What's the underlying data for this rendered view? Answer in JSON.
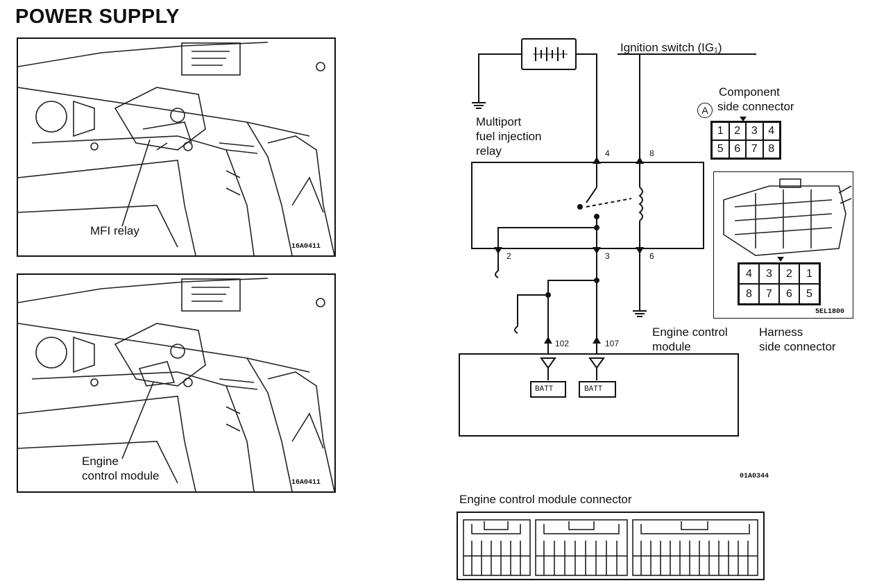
{
  "title": "POWER SUPPLY",
  "figures": {
    "top": {
      "label": "MFI relay",
      "code": "16A0411"
    },
    "bottom": {
      "label_line1": "Engine",
      "label_line2": "control module",
      "code": "16A0411"
    }
  },
  "schematic": {
    "ignition_label": "Ignition switch (IG₁)",
    "relay_label": [
      "Multiport",
      "fuel injection",
      "relay"
    ],
    "ecm_label": [
      "Engine control",
      "module"
    ],
    "pins": {
      "p4": "4",
      "p8": "8",
      "p2": "2",
      "p3": "3",
      "p6": "6",
      "p102": "102",
      "p107": "107"
    },
    "batt_labels": [
      "BATT",
      "BATT"
    ],
    "code": "01A0344"
  },
  "component_connector": {
    "marker": "A",
    "label": [
      "Component",
      "side connector"
    ],
    "pins": [
      "1",
      "2",
      "3",
      "4",
      "5",
      "6",
      "7",
      "8"
    ]
  },
  "harness_connector": {
    "code": "5EL1800",
    "pins": [
      "4",
      "3",
      "2",
      "1",
      "8",
      "7",
      "6",
      "5"
    ],
    "label": [
      "Harness",
      "side connector"
    ]
  },
  "ecm_connector": {
    "title": "Engine control module connector"
  }
}
